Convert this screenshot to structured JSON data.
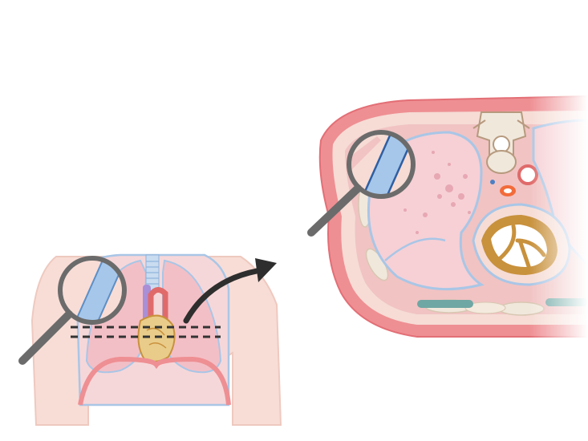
{
  "figure": {
    "panels": [
      "torso-anterior-view",
      "thoracic-cross-section"
    ],
    "icons": [
      "magnifier-icon",
      "arrow-right-curved-icon",
      "dashed-cut-plane"
    ],
    "colors": {
      "skin": "#f8ddd6",
      "skin_edge": "#eec9bf",
      "muscle": "#ee8f93",
      "muscle_dark": "#e36f76",
      "fat": "#f6dcd5",
      "lung": "#f6d0d5",
      "pleura": "#a9c6e6",
      "bone": "#f1e8dc",
      "bone_dark": "#b69a7e",
      "heart": "#c8913c",
      "aorta": "#e06a6a",
      "arrow": "#2e2e2e",
      "magnifier_frame": "#6b6b6b",
      "lens_fill": "#a6c7ea"
    }
  }
}
